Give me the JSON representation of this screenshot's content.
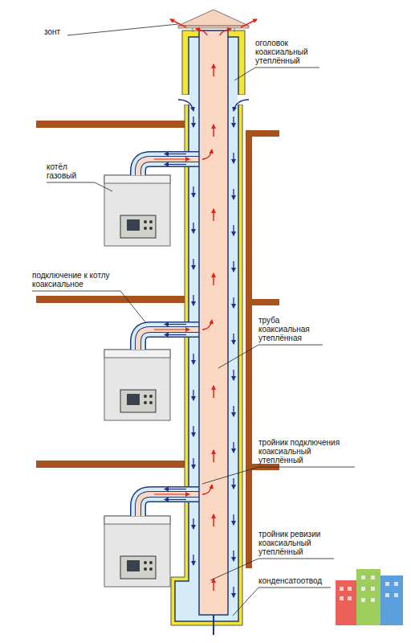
{
  "diagram": {
    "labels": [
      "зонт",
      "оголовок коаксиальный утеплённый",
      "котёл газовый",
      "подключение к котлу коаксиальное",
      "труба коаксиальная утеплённая",
      "тройник подключения коаксиальный утеплённый",
      "тройник ревизии коаксиальный утеплённый",
      "конденсатоотвод"
    ]
  }
}
